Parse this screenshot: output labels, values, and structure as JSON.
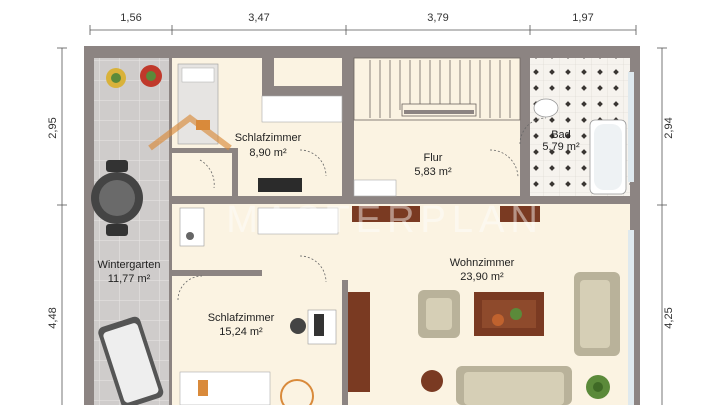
{
  "dimensions": {
    "top": [
      "1,56",
      "3,47",
      "3,79",
      "1,97"
    ],
    "left": [
      "2,95",
      "4,48"
    ],
    "right": [
      "2,94",
      "4,25"
    ]
  },
  "rooms": {
    "schlafzimmer_top": {
      "name": "Schlafzimmer",
      "area": "8,90 m²"
    },
    "flur": {
      "name": "Flur",
      "area": "5,83 m²"
    },
    "bad": {
      "name": "Bad",
      "area": "5,79 m²"
    },
    "wintergarten": {
      "name": "Wintergarten",
      "area": "11,77 m²"
    },
    "wohnzimmer": {
      "name": "Wohnzimmer",
      "area": "23,90 m²"
    },
    "schlafzimmer_bottom": {
      "name": "Schlafzimmer",
      "area": "15,24 m²"
    }
  },
  "watermark": {
    "text": "MASTERPLAN"
  },
  "colors": {
    "wall": "#8c8482",
    "floor_light": "#fbf3e2",
    "floor_tile": "#f4f1ec",
    "terrace": "#c9c6c3",
    "accent_wood": "#7a3a22",
    "sofa": "#c4bca6",
    "plant": "#5b8a3a",
    "watermark_roof": "#d98a3b"
  }
}
